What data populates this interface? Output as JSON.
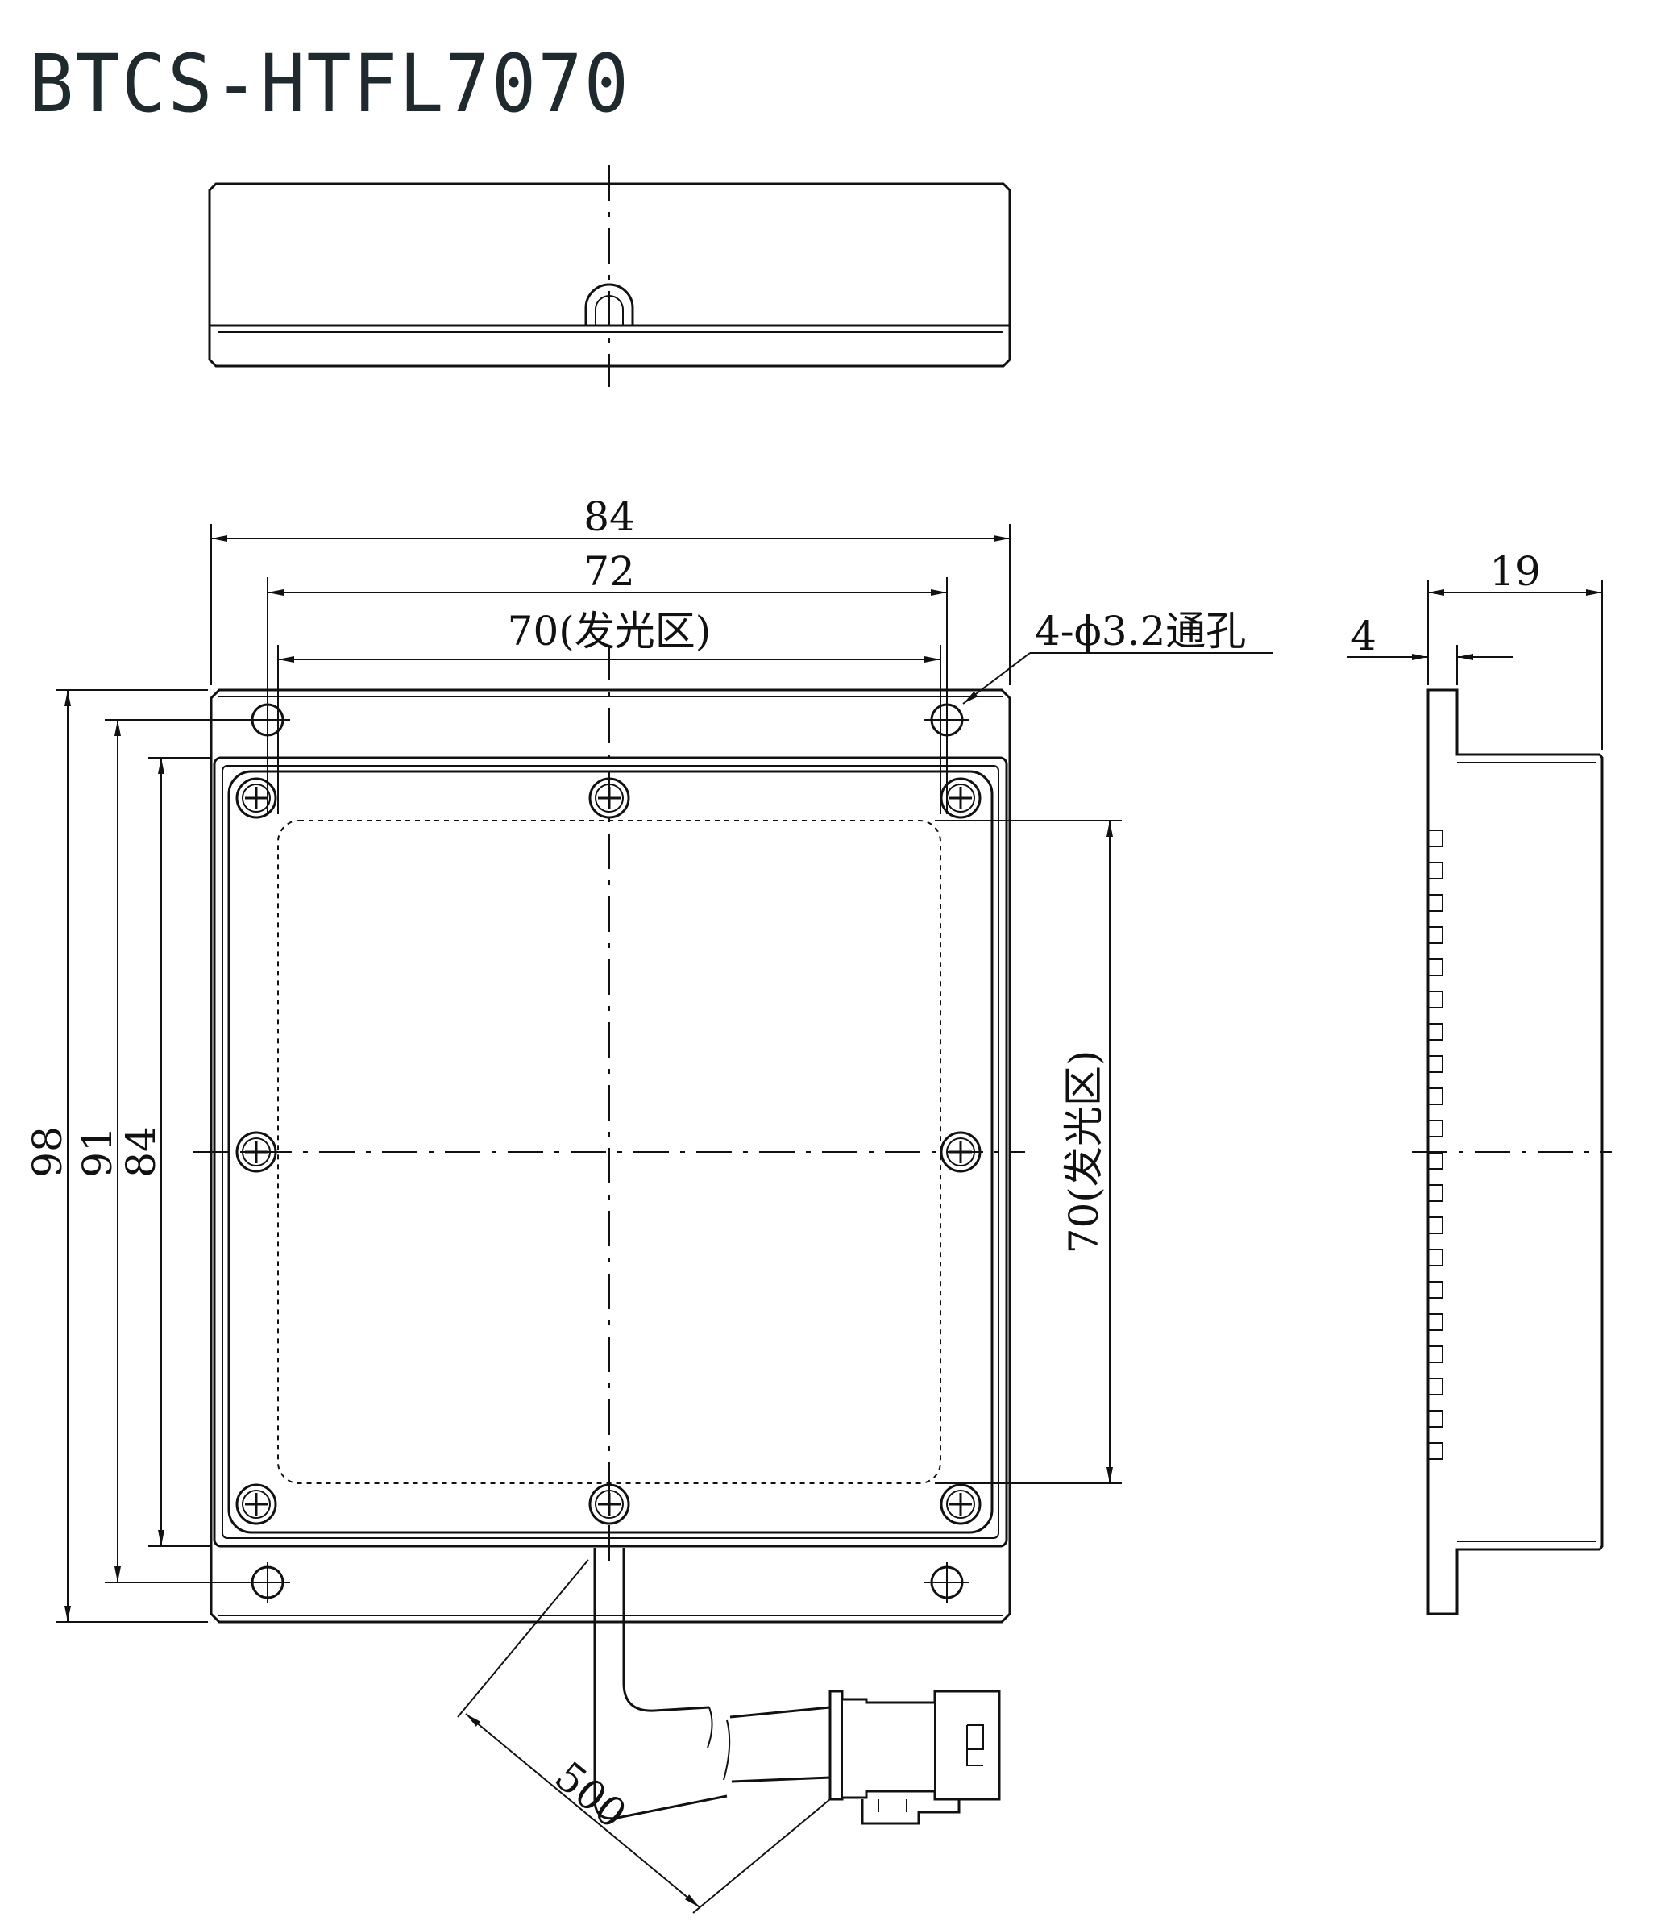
{
  "title": "BTCS-HTFL7070",
  "dimensions": {
    "width_overall": "84",
    "hole_spacing_x": "72",
    "light_area_x": "70(发光区)",
    "holes_note": "4-ϕ3.2通孔",
    "height_overall": "98",
    "hole_spacing_y": "91",
    "body_height": "84",
    "light_area_y": "70(发光区)",
    "side_depth": "19",
    "side_flange": "4",
    "cable_length": "500"
  }
}
